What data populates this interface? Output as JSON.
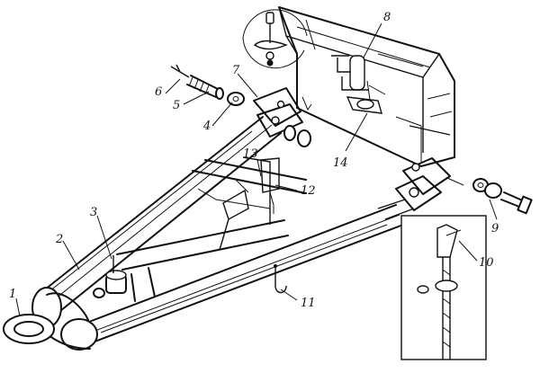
{
  "diagram": {
    "labels": [
      {
        "id": "1",
        "text": "1"
      },
      {
        "id": "2",
        "text": "2"
      },
      {
        "id": "3",
        "text": "3"
      },
      {
        "id": "4",
        "text": "4"
      },
      {
        "id": "5",
        "text": "5"
      },
      {
        "id": "6",
        "text": "6"
      },
      {
        "id": "7",
        "text": "7"
      },
      {
        "id": "8",
        "text": "8"
      },
      {
        "id": "9",
        "text": "9"
      },
      {
        "id": "10",
        "text": "10"
      },
      {
        "id": "11",
        "text": "11"
      },
      {
        "id": "12",
        "text": "12"
      },
      {
        "id": "13",
        "text": "13"
      },
      {
        "id": "14",
        "text": "14"
      }
    ],
    "colors": {
      "ink": "#111111",
      "paper": "#ffffff"
    }
  }
}
